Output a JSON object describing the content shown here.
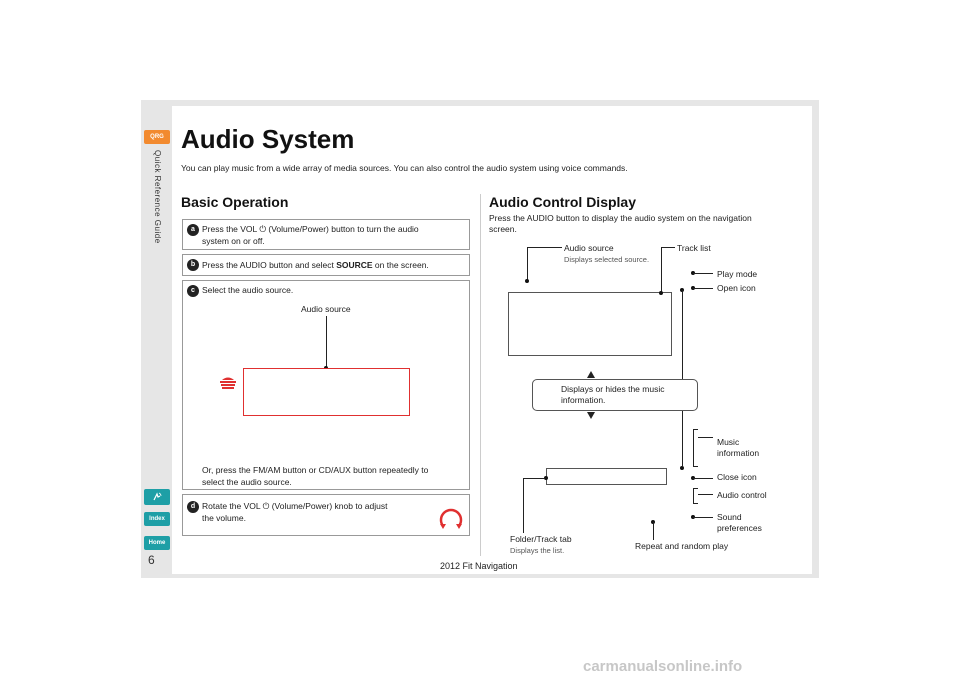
{
  "nav": {
    "section_label": "Quick Reference Guide",
    "tab_qrg": "QRG",
    "tab_index": "Index",
    "tab_home": "Home",
    "page_number": "6"
  },
  "page": {
    "title": "Audio System",
    "intro": "You can play music from a wide array of media sources. You can also control the audio system using voice commands.",
    "footer": "2012 Fit Navigation"
  },
  "basic_operation": {
    "heading": "Basic Operation",
    "steps": [
      {
        "num": "a",
        "text_line1": "Press the VOL ⏻ (Volume/Power) button to turn the audio",
        "text_line2": "system on or off."
      },
      {
        "num": "b",
        "text_pre": "Press the AUDIO button and select ",
        "text_bold": "SOURCE",
        "text_post": " on the screen."
      },
      {
        "num": "c",
        "text_line1": "Select the audio source.",
        "callout": "Audio source",
        "note_line1": "Or, press the FM/AM button or CD/AUX button repeatedly to",
        "note_line2": "select the audio source."
      },
      {
        "num": "d",
        "text_line1": "Rotate the VOL ⏻ (Volume/Power) knob to adjust",
        "text_line2": "the volume."
      }
    ]
  },
  "audio_control": {
    "heading": "Audio Control Display",
    "intro": "Press the AUDIO button to display the audio system on the navigation screen.",
    "labels": {
      "audio_source": "Audio source",
      "audio_source_sub": "Displays selected source.",
      "track_list": "Track list",
      "play_mode": "Play mode",
      "open_icon": "Open icon",
      "bubble": "Displays or hides the music information.",
      "music_information": "Music information",
      "close_icon": "Close icon",
      "audio_control": "Audio control",
      "sound_preferences": "Sound preferences",
      "folder_track_tab": "Folder/Track tab",
      "folder_track_sub": "Displays the list.",
      "repeat_random": "Repeat and random play"
    }
  },
  "watermark": "carmanualsonline.info",
  "colors": {
    "accent_orange": "#f28a2f",
    "tab_teal": "#1e9fa6",
    "frame_red": "#e03030"
  }
}
